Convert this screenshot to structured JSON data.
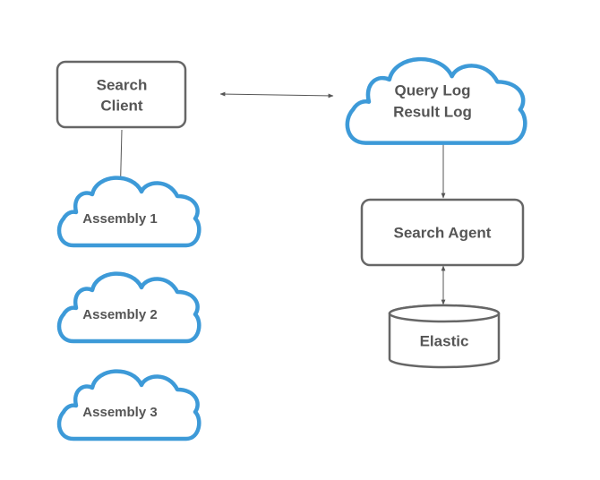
{
  "nodes": {
    "search_client": {
      "line1": "Search",
      "line2": "Client"
    },
    "assembly_1": {
      "label": "Assembly 1"
    },
    "assembly_2": {
      "label": "Assembly 2"
    },
    "assembly_3": {
      "label": "Assembly 3"
    },
    "log_cloud": {
      "line1": "Query Log",
      "line2": "Result Log"
    },
    "search_agent": {
      "label": "Search Agent"
    },
    "elastic": {
      "label": "Elastic"
    }
  },
  "colors": {
    "cloud_stroke": "#3d9ad8",
    "box_stroke": "#666666",
    "text": "#555555"
  }
}
